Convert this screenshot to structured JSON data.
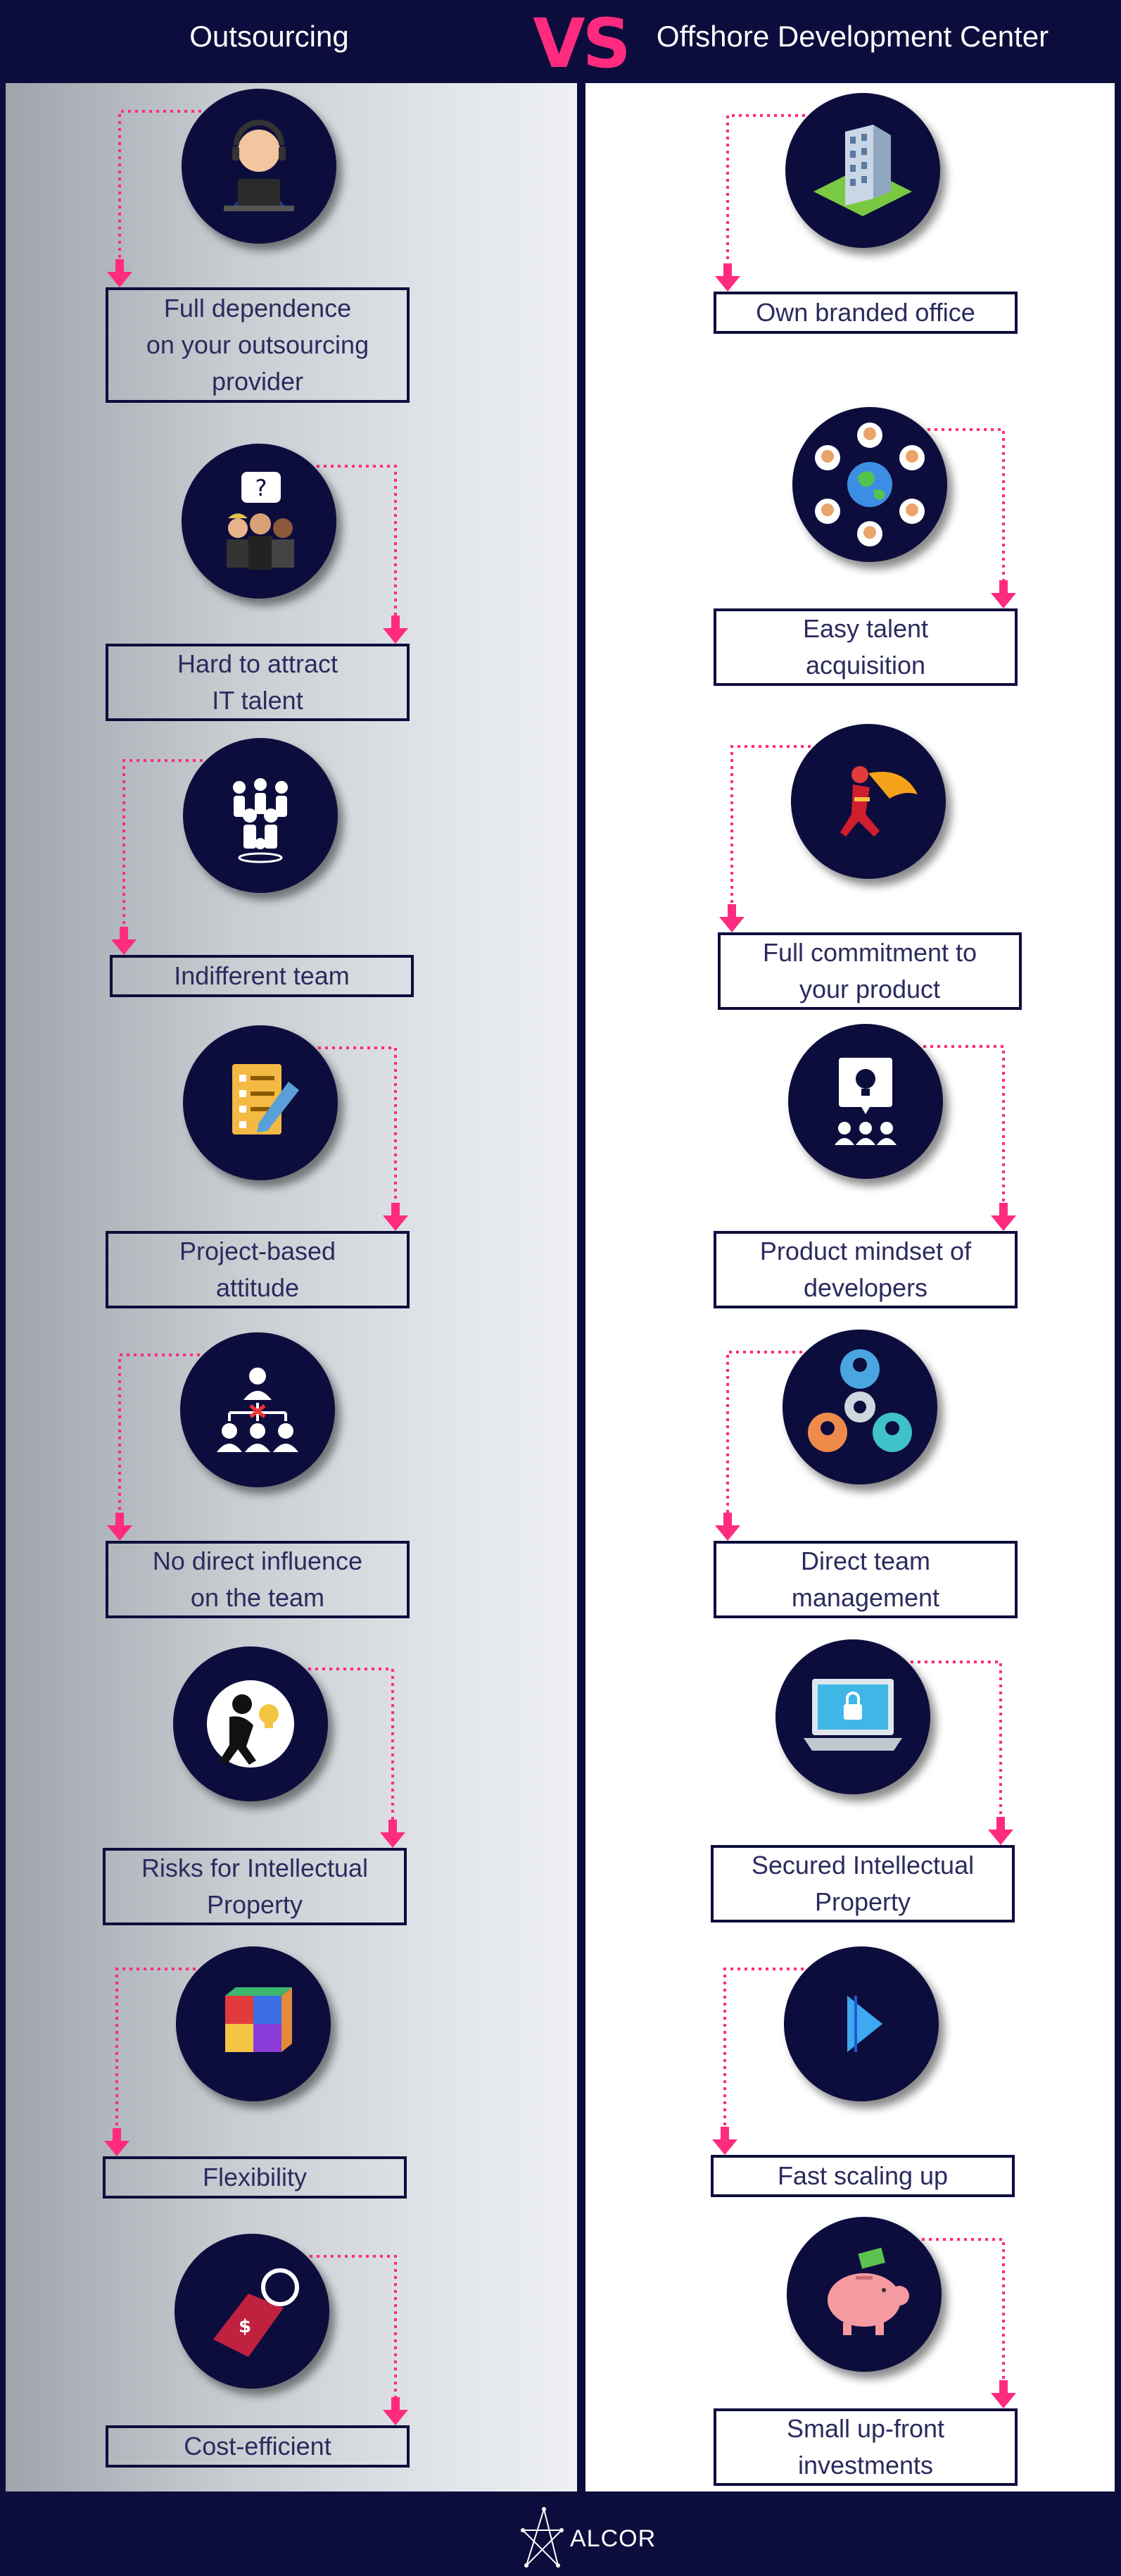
{
  "header": {
    "left_title": "Outsourcing",
    "vs": "VS",
    "right_title": "Offshore Development Center"
  },
  "colors": {
    "navy": "#0d0d3d",
    "accent_pink": "#ff2b7f",
    "label_text": "#2b2b5e"
  },
  "left_items": [
    {
      "icon": "support-agent-icon",
      "lines": [
        "Full dependence",
        "on your outsourcing",
        "provider"
      ]
    },
    {
      "icon": "confused-team-icon",
      "lines": [
        "Hard to attract",
        "IT talent"
      ]
    },
    {
      "icon": "crowd-icon",
      "lines": [
        "Indifferent team"
      ]
    },
    {
      "icon": "checklist-icon",
      "lines": [
        "Project-based",
        "attitude"
      ]
    },
    {
      "icon": "broken-hierarchy-icon",
      "lines": [
        "No direct influence",
        "on the team"
      ]
    },
    {
      "icon": "thief-idea-icon",
      "lines": [
        "Risks for Intellectual",
        "Property"
      ]
    },
    {
      "icon": "puzzle-cube-icon",
      "lines": [
        "Flexibility"
      ]
    },
    {
      "icon": "price-tag-icon",
      "lines": [
        "Cost-efficient"
      ]
    }
  ],
  "right_items": [
    {
      "icon": "office-building-icon",
      "lines": [
        "Own branded office"
      ]
    },
    {
      "icon": "global-talent-icon",
      "lines": [
        "Easy talent",
        "acquisition"
      ]
    },
    {
      "icon": "superhero-icon",
      "lines": [
        "Full commitment to",
        "your product"
      ]
    },
    {
      "icon": "lightbulb-presentation-icon",
      "lines": [
        "Product mindset of",
        "developers"
      ]
    },
    {
      "icon": "team-gear-icon",
      "lines": [
        "Direct team",
        "management"
      ]
    },
    {
      "icon": "locked-laptop-icon",
      "lines": [
        "Secured Intellectual",
        "Property"
      ]
    },
    {
      "icon": "fast-forward-icon",
      "lines": [
        "Fast scaling up"
      ]
    },
    {
      "icon": "piggy-bank-icon",
      "lines": [
        "Small up-front",
        "investments"
      ]
    }
  ],
  "footer": {
    "brand": "ALCOR",
    "logo_icon": "alcor-star-logo-icon"
  }
}
